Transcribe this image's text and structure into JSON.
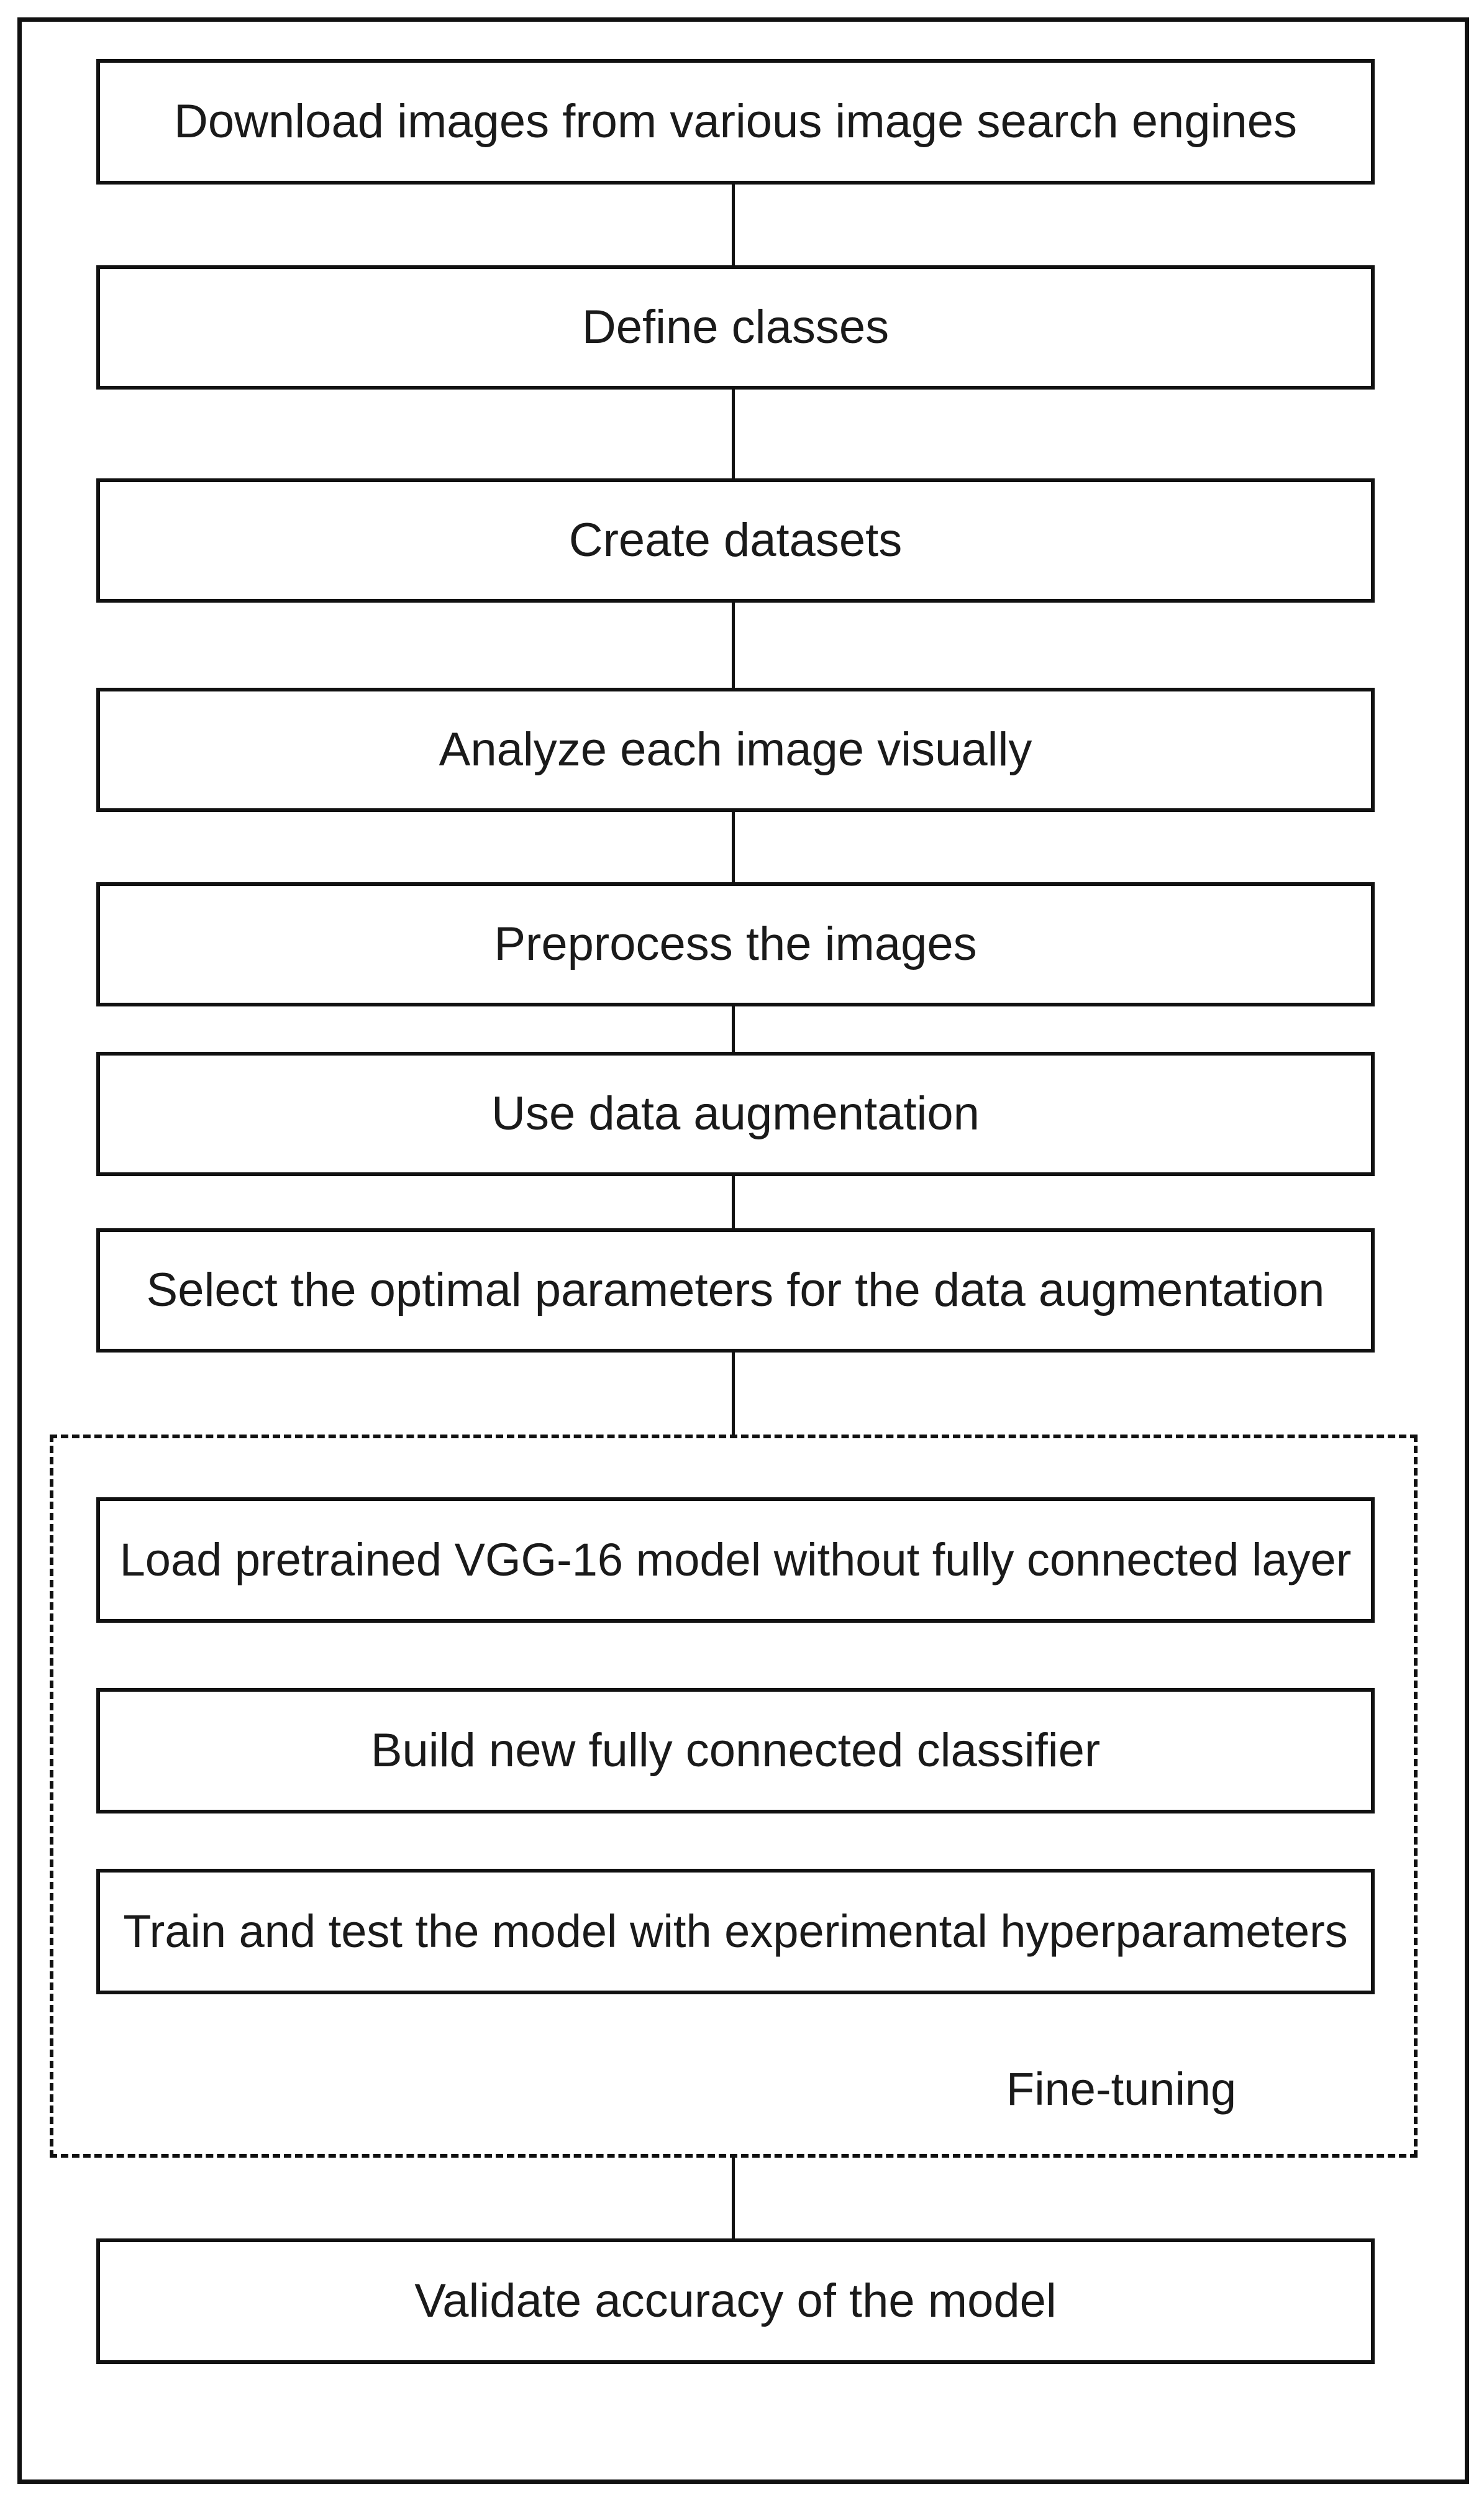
{
  "flowchart": {
    "steps": [
      "Download images from various image search engines",
      "Define classes",
      "Create datasets",
      "Analyze each image visually",
      "Preprocess the images",
      "Use data augmentation",
      "Select the optimal parameters for the data augmentation"
    ],
    "fine_tuning": {
      "label": "Fine-tuning",
      "steps": [
        "Load pretrained VGG-16 model without fully connected layer",
        "Build new fully connected classifier",
        "Train and test the model with experimental hyperparameters"
      ]
    },
    "final_step": "Validate accuracy of the model"
  },
  "colors": {
    "stroke": "#111111",
    "background": "#ffffff",
    "text": "#1a1a1a"
  }
}
